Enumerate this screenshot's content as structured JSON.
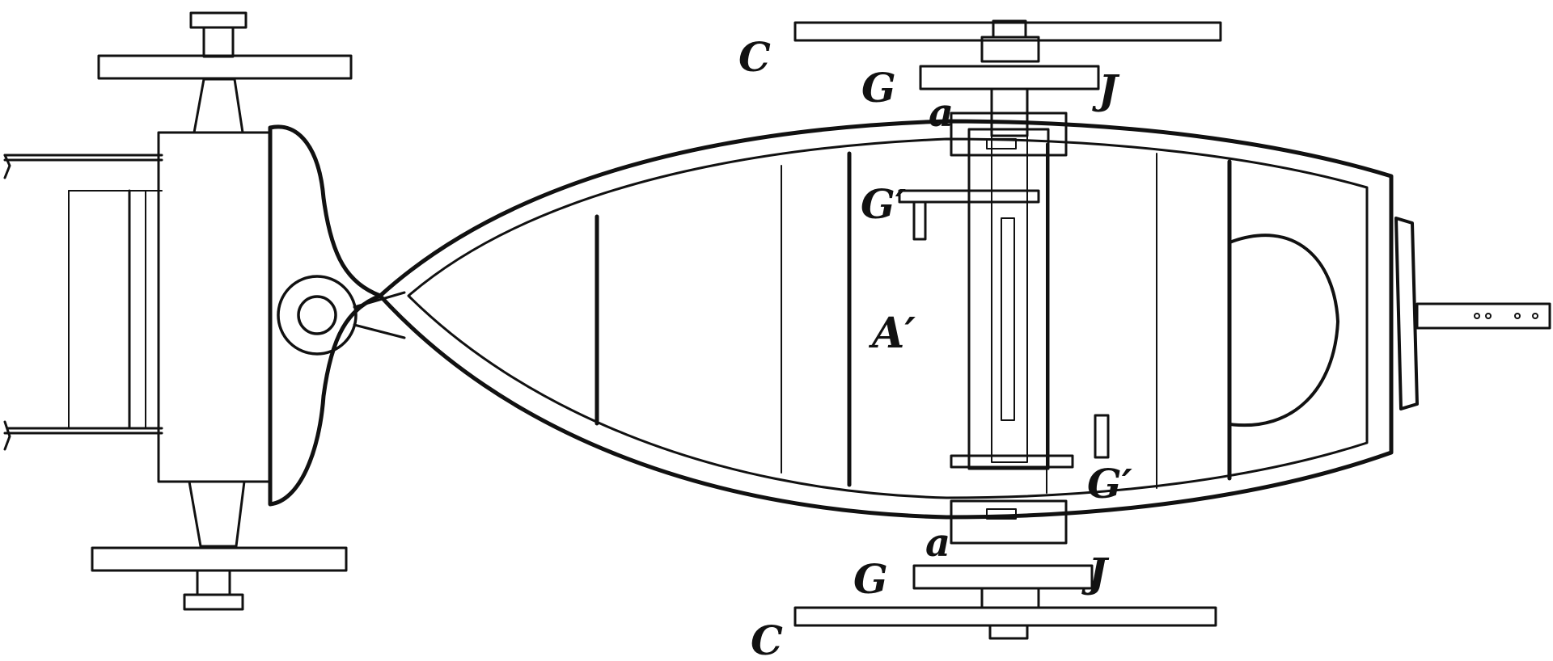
{
  "figure": {
    "labels": {
      "c_top": "C",
      "g_top": "G",
      "j_top": "J",
      "a_top": "a",
      "g_prime_top": "G′",
      "a_prime": "A′",
      "g_prime_bottom": "G′",
      "a_bottom": "a",
      "g_bottom": "G",
      "j_bottom": "J",
      "c_bottom": "C"
    }
  },
  "colors": {
    "ink": "#111111",
    "paper": "#ffffff"
  }
}
